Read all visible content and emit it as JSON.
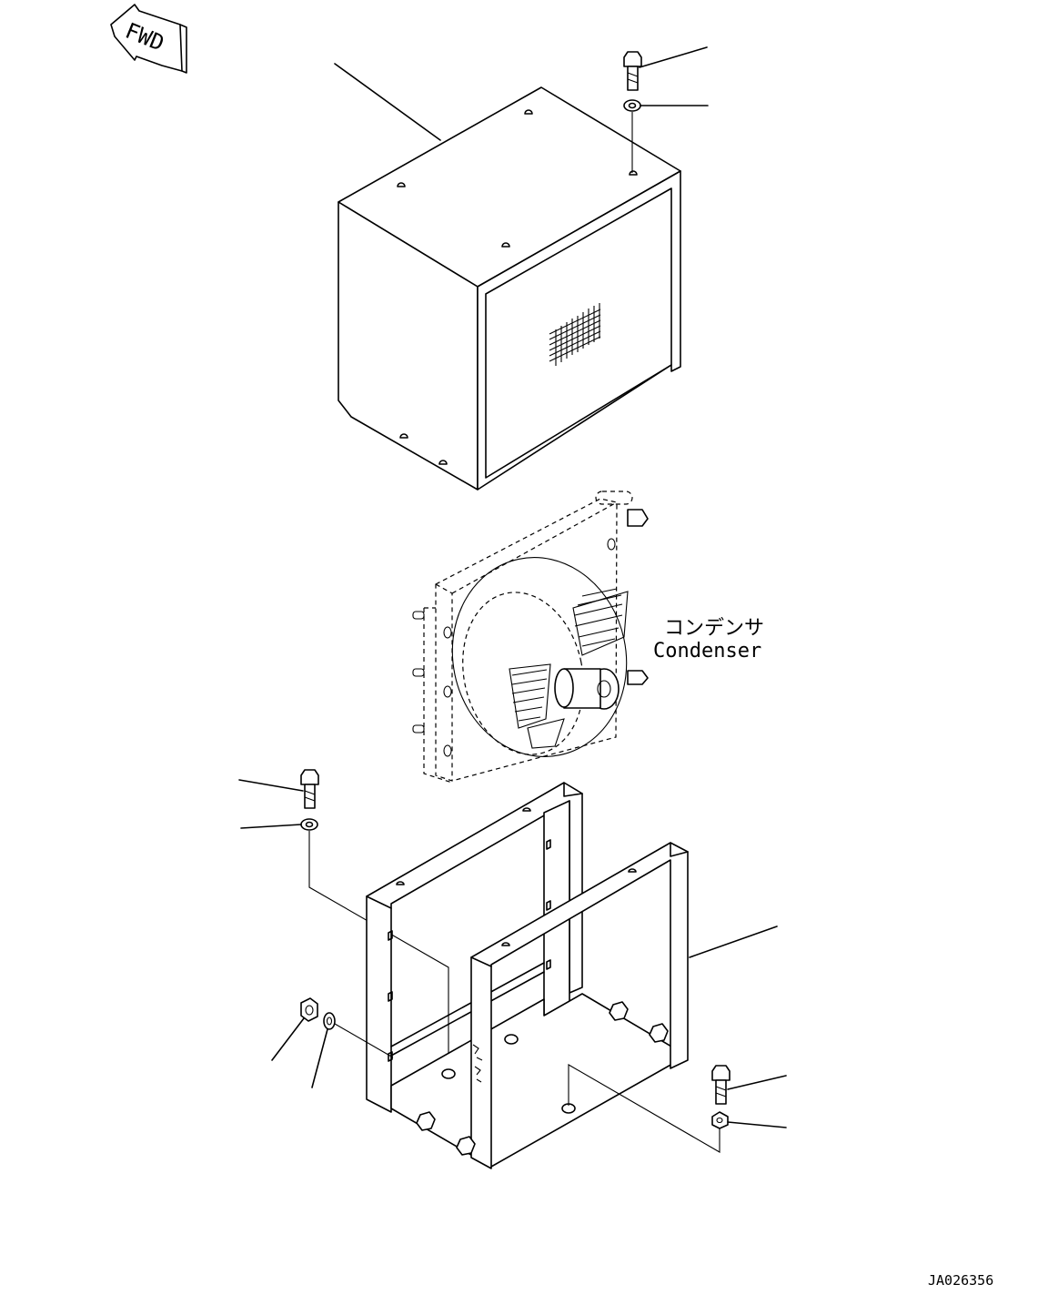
{
  "fwd_arrow": {
    "text": "FWD"
  },
  "condenser_label": {
    "japanese": "コンデンサ",
    "english": "Condenser"
  },
  "drawing_number": "JA026356"
}
